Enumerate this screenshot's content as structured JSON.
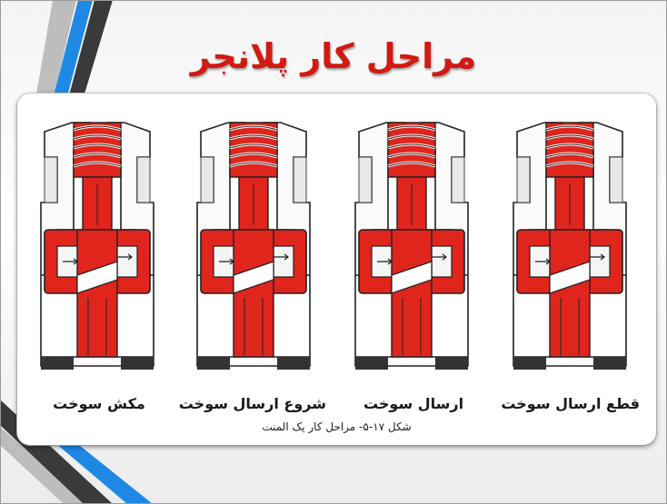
{
  "slide": {
    "title": "مراحل کار پلانجر",
    "colors": {
      "title": "#d11a12",
      "fuel": "#e0251d",
      "accent_blue": "#1e88e5",
      "accent_dark": "#3a3a3a"
    }
  },
  "diagram": {
    "stages": [
      {
        "label": "مکش سوخت"
      },
      {
        "label": "شروع ارسال سوخت"
      },
      {
        "label": "ارسال سوخت"
      },
      {
        "label": "قطع ارسال سوخت"
      }
    ],
    "caption": "شکل ۱۷-۵- مراحل کار یک المنت"
  }
}
